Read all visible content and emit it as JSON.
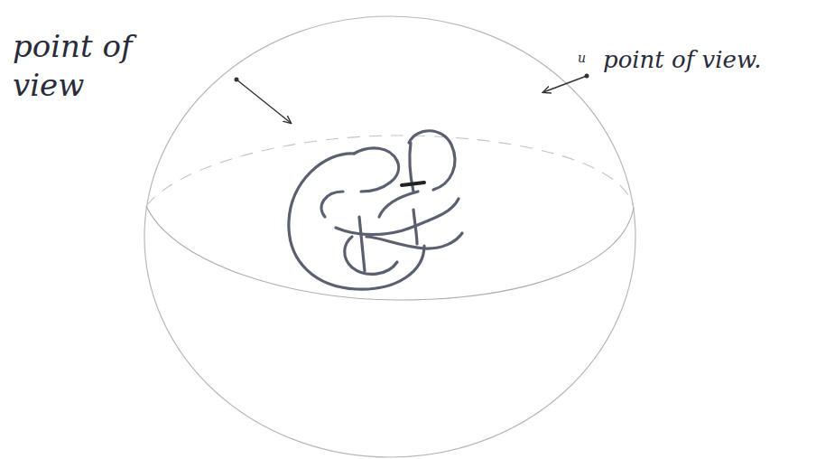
{
  "diagram": {
    "labels": [
      "point of view",
      "u",
      "point of view."
    ]
  }
}
